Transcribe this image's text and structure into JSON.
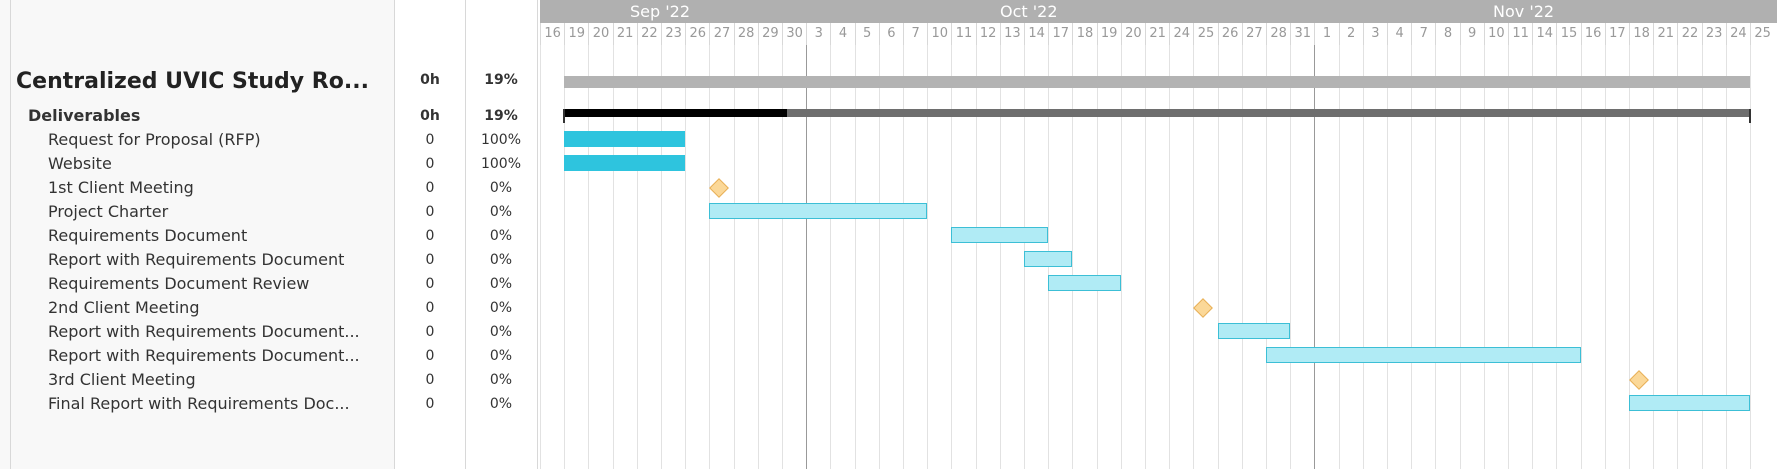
{
  "project": {
    "name": "Centralized UVIC Study Ro...",
    "hours": "0h",
    "percent": "19%"
  },
  "group": {
    "name": "Deliverables",
    "hours": "0h",
    "percent": "19%"
  },
  "tasks": [
    {
      "name": "Request for Proposal (RFP)",
      "hours": "0",
      "percent": "100%"
    },
    {
      "name": "Website",
      "hours": "0",
      "percent": "100%"
    },
    {
      "name": "1st Client Meeting",
      "hours": "0",
      "percent": "0%"
    },
    {
      "name": "Project Charter",
      "hours": "0",
      "percent": "0%"
    },
    {
      "name": "Requirements Document",
      "hours": "0",
      "percent": "0%"
    },
    {
      "name": "Report with Requirements Document",
      "hours": "0",
      "percent": "0%"
    },
    {
      "name": "Requirements Document Review",
      "hours": "0",
      "percent": "0%"
    },
    {
      "name": "2nd Client Meeting",
      "hours": "0",
      "percent": "0%"
    },
    {
      "name": "Report with Requirements Document...",
      "hours": "0",
      "percent": "0%"
    },
    {
      "name": "Report with Requirements Document...",
      "hours": "0",
      "percent": "0%"
    },
    {
      "name": "3rd Client Meeting",
      "hours": "0",
      "percent": "0%"
    },
    {
      "name": "Final Report with Requirements Doc...",
      "hours": "0",
      "percent": "0%"
    }
  ],
  "timeline": {
    "months": [
      "Sep '22",
      "Oct '22",
      "Nov '22"
    ],
    "days": [
      "16",
      "19",
      "20",
      "21",
      "22",
      "23",
      "26",
      "27",
      "28",
      "29",
      "30",
      "3",
      "4",
      "5",
      "6",
      "7",
      "10",
      "11",
      "12",
      "13",
      "14",
      "17",
      "18",
      "19",
      "20",
      "21",
      "24",
      "25",
      "26",
      "27",
      "28",
      "31",
      "1",
      "2",
      "3",
      "4",
      "7",
      "8",
      "9",
      "10",
      "11",
      "14",
      "15",
      "16",
      "17",
      "18",
      "21",
      "22",
      "23",
      "24",
      "25"
    ]
  },
  "colors": {
    "header": "#b0b0b0",
    "done": "#2ec4de",
    "todo": "#b0ebf5",
    "milestone": "#fbd898",
    "project_bar": "#b3b3b3",
    "group_bar": "#6e6e6e"
  }
}
